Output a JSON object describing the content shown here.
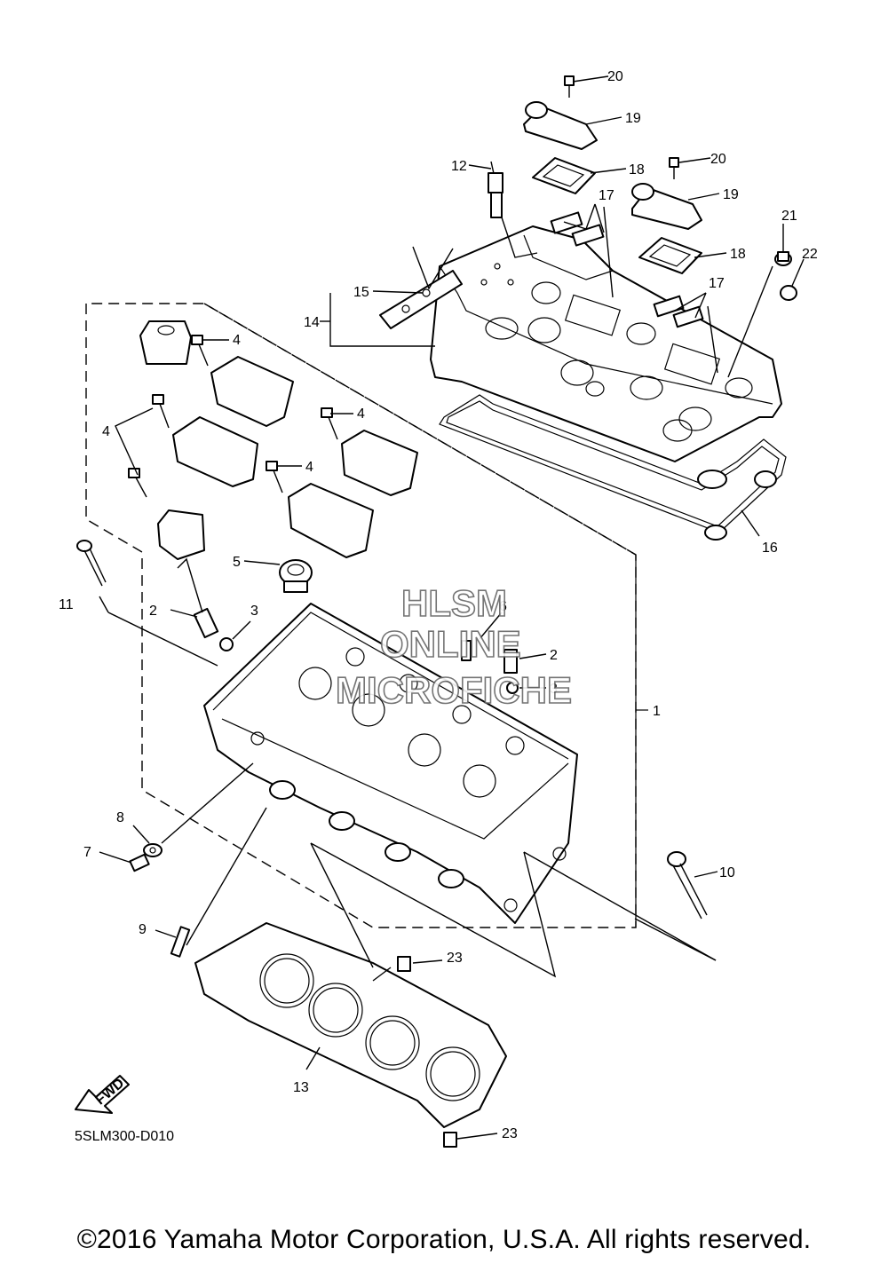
{
  "watermark": {
    "line1": "HLSM",
    "line2": "ONLINE",
    "line3": "MICROFICHE"
  },
  "fwd_label": "FWD",
  "callouts": {
    "c1": "1",
    "c2a": "2",
    "c2b": "2",
    "c3a": "3",
    "c3b": "3",
    "c4a": "4",
    "c4b": "4",
    "c4c": "4",
    "c4d": "4",
    "c5": "5",
    "c6": "6",
    "c7": "7",
    "c8": "8",
    "c9": "9",
    "c10": "10",
    "c11": "11",
    "c12": "12",
    "c13": "13",
    "c14": "14",
    "c15": "15",
    "c16": "16",
    "c17a": "17",
    "c17b": "17",
    "c18a": "18",
    "c18b": "18",
    "c19a": "19",
    "c19b": "19",
    "c20a": "20",
    "c20b": "20",
    "c21": "21",
    "c22": "22",
    "c23a": "23",
    "c23b": "23"
  },
  "diagram_code": "5SLM300-D010",
  "copyright": "©2016 Yamaha Motor Corporation, U.S.A. All rights reserved."
}
